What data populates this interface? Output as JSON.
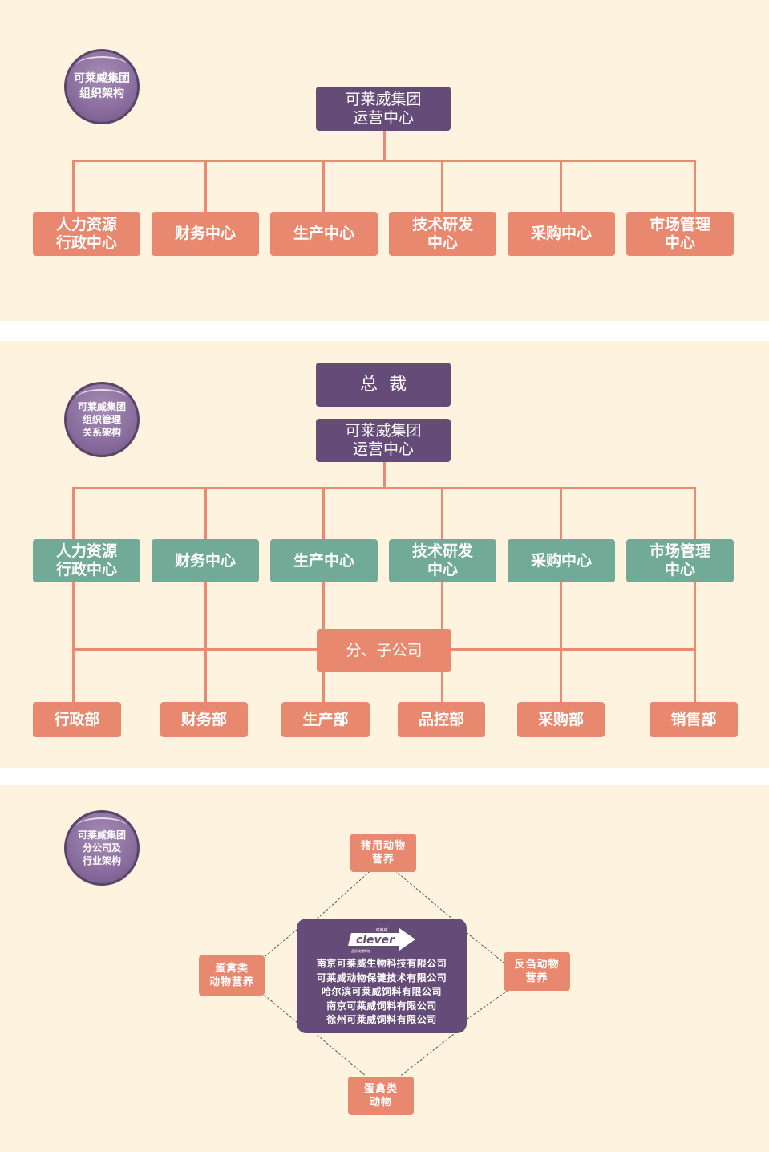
{
  "sections": {
    "org": {
      "badge": "可莱威集团\n组织架构",
      "top": "可莱威集团\n运营中心",
      "centers": [
        "人力资源\n行政中心",
        "财务中心",
        "生产中心",
        "技术研发\n中心",
        "采购中心",
        "市场管理\n中心"
      ]
    },
    "mgmt": {
      "badge": "可莱威集团\n组织管理\n关系架构",
      "president": "总  裁",
      "top": "可莱威集团\n运营中心",
      "centers": [
        "人力资源\n行政中心",
        "财务中心",
        "生产中心",
        "技术研发\n中心",
        "采购中心",
        "市场管理\n中心"
      ],
      "hub": "分、子公司",
      "departments": [
        "行政部",
        "财务部",
        "生产部",
        "品控部",
        "采购部",
        "销售部"
      ]
    },
    "industry": {
      "badge": "可莱威集团\n分公司及\n行业架构",
      "logo_text": "clever",
      "logo_cn": "可莱威",
      "logo_sub": "品质成就辉煌",
      "companies": [
        "南京可莱威生物科技有限公司",
        "可莱威动物保健技术有限公司",
        "哈尔滨可莱威饲料有限公司",
        "南京可莱威饲料有限公司",
        "徐州可莱威饲料有限公司"
      ],
      "nodes": {
        "top": "猪用动物\n营养",
        "left": "蛋禽类\n动物营养",
        "right": "反刍动物\n营养",
        "bottom": "蛋禽类\n动物"
      }
    }
  },
  "colors": {
    "background": "#fdf3df",
    "purple": "#654b77",
    "salmon": "#e8896f",
    "green": "#71aa96",
    "line": "#e78c73"
  }
}
